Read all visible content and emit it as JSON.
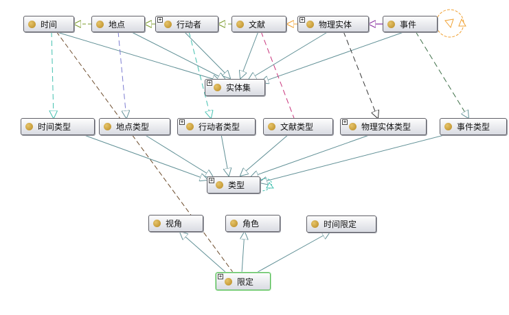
{
  "nodes": [
    {
      "id": "time",
      "label": "时间",
      "expandable": false
    },
    {
      "id": "place",
      "label": "地点",
      "expandable": false
    },
    {
      "id": "actor",
      "label": "行动者",
      "expandable": true
    },
    {
      "id": "document",
      "label": "文献",
      "expandable": false
    },
    {
      "id": "physical",
      "label": "物理实体",
      "expandable": true
    },
    {
      "id": "event",
      "label": "事件",
      "expandable": false
    },
    {
      "id": "entityset",
      "label": "实体集",
      "expandable": true
    },
    {
      "id": "timetype",
      "label": "时间类型",
      "expandable": false
    },
    {
      "id": "placetype",
      "label": "地点类型",
      "expandable": false
    },
    {
      "id": "actortype",
      "label": "行动者类型",
      "expandable": true
    },
    {
      "id": "doctype",
      "label": "文献类型",
      "expandable": false
    },
    {
      "id": "phystype",
      "label": "物理实体类型",
      "expandable": true
    },
    {
      "id": "eventtype",
      "label": "事件类型",
      "expandable": false
    },
    {
      "id": "type",
      "label": "类型",
      "expandable": true
    },
    {
      "id": "view",
      "label": "视角",
      "expandable": false
    },
    {
      "id": "role",
      "label": "角色",
      "expandable": false
    },
    {
      "id": "timelimit",
      "label": "时间限定",
      "expandable": false
    },
    {
      "id": "restriction",
      "label": "限定",
      "expandable": true,
      "selected": true
    }
  ],
  "colors": {
    "subclass_edge": "#5f8f95",
    "instance_edge": "#3fbfae",
    "dark_dashed": "#6b4a2a",
    "olive_dashed": "#7a9a2a",
    "magenta_dashed": "#c8327a",
    "purple_dashed": "#7a7ad0",
    "green_dashed": "#3c6e46",
    "orange_loop": "#f0a030",
    "purple_solid": "#8a30a0",
    "node_dot": "#c9a23a",
    "selected_border": "#4fb84f"
  }
}
